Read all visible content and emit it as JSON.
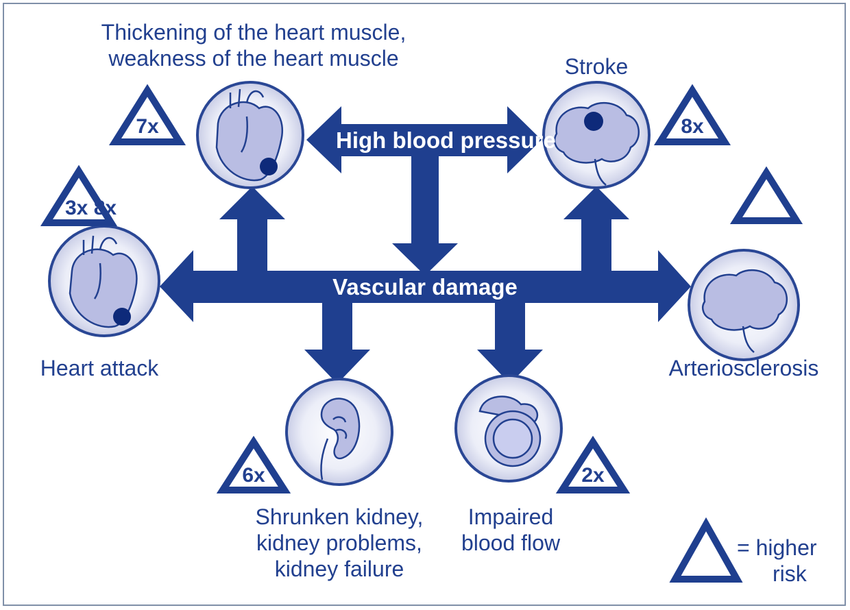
{
  "diagram": {
    "center_labels": {
      "top": "High blood pressure",
      "middle": "Vascular damage"
    },
    "nodes": {
      "heart_muscle": {
        "label": [
          "Thickening of the heart muscle,",
          "weakness of the heart muscle"
        ],
        "risk": "7x",
        "icon": "heart-icon"
      },
      "stroke": {
        "label": [
          "Stroke"
        ],
        "risk": "8x",
        "icon": "brain-icon"
      },
      "heart_attack": {
        "label": [
          "Heart attack"
        ],
        "risk": "3x 8x",
        "icon": "heart-icon"
      },
      "arteriosclerosis": {
        "label": [
          "Arteriosclerosis"
        ],
        "risk": "",
        "icon": "brain-icon"
      },
      "kidney": {
        "label": [
          "Shrunken kidney,",
          "kidney problems,",
          "kidney failure"
        ],
        "risk": "6x",
        "icon": "kidney-icon"
      },
      "blood_flow": {
        "label": [
          "Impaired",
          "blood flow"
        ],
        "risk": "2x",
        "icon": "vessel-icon"
      }
    },
    "legend": {
      "label": [
        "= higher",
        "risk"
      ]
    },
    "colors": {
      "arrow": "#1f3f8f",
      "circle_fill": "#e8e9f5",
      "text": "#22408f"
    }
  }
}
